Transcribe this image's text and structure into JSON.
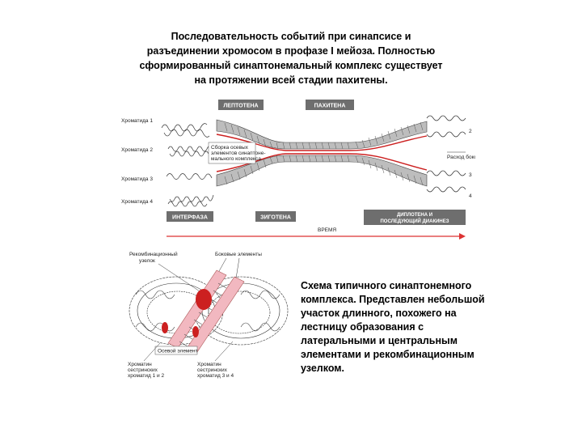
{
  "title_lines": [
    "Последовательность событий при синапсисе и",
    "разъединении хромосом в профазе I мейоза. Полностью",
    "сформированный синаптонемальный комплекс существует",
    "на протяжении всей стадии пахитены."
  ],
  "figure1": {
    "stages_top": [
      "ЛЕПТОТЕНА",
      "ПАХИТЕНА"
    ],
    "stages_bottom": [
      "ИНТЕРФАЗА",
      "ЗИГОТЕНА"
    ],
    "stage_diplotene_1": "ДИПЛОТЕНА И",
    "stage_diplotene_2": "ПОСЛЕДУЮЩИЙ ДИАКИНЕЗ",
    "chromatids": [
      "Хроматида 1",
      "Хроматида 2",
      "Хроматида 3",
      "Хроматида 4"
    ],
    "assembly_1": "Сборка осевых",
    "assembly_2": "элементов синаптоне-",
    "assembly_3": "мального комплекса",
    "lateral_divergence": "Расход боковых нитей",
    "numbers": [
      "2",
      "3",
      "4"
    ],
    "time_label": "ВРЕМЯ"
  },
  "figure2": {
    "recomb_node_1": "Рекомбинационный",
    "recomb_node_2": "узелок",
    "lateral_elements": "Боковые элементы",
    "axial_element": "Осевой элемент",
    "chromatin_left": [
      "Хроматин",
      "сестринских",
      "хроматид 1 и 2"
    ],
    "chromatin_right": [
      "Хроматин",
      "сестринских",
      "хроматид 3 и 4"
    ]
  },
  "caption_lines": [
    "Схема типичного синаптонемного",
    "комплекса. Представлен небольшой",
    "участок длинного, похожего на",
    "лестницу образования с",
    "латеральными и центральным",
    "элементами и рекомбинационным",
    "узелком."
  ],
  "colors": {
    "red": "#cc2020",
    "pink": "#f2b8c0",
    "stage_box": "#6e6e6e",
    "text": "#000000"
  }
}
